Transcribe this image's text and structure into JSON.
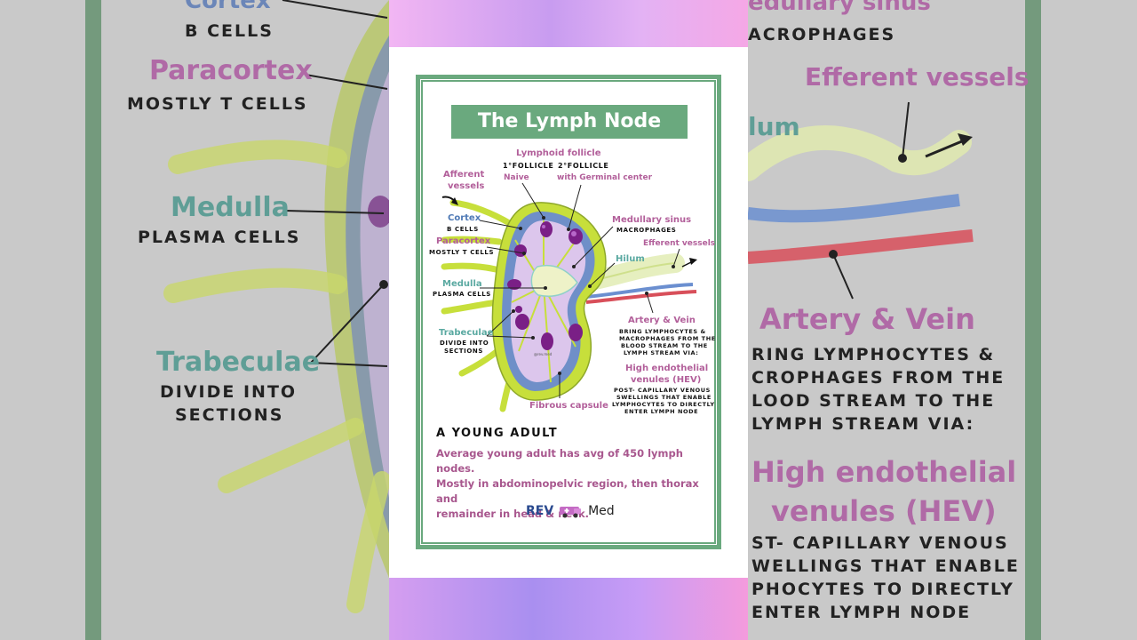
{
  "left_panel": {
    "cortex": "Cortex",
    "b_cells": "B CELLS",
    "paracortex": "Paracortex",
    "t_cells": "MOSTLY T CELLS",
    "medulla": "Medulla",
    "plasma": "PLASMA CELLS",
    "trabeculae": "Trabeculae",
    "divide1": "DIVIDE INTO",
    "divide2": "SECTIONS"
  },
  "right_panel": {
    "medullary": "edullary sinus",
    "macrophages": "ACROPHAGES",
    "efferent": "Efferent vessels",
    "hilum": "lum",
    "artery": "Artery & Vein",
    "bring1": "RING LYMPHOCYTES &",
    "bring2": "CROPHAGES FROM THE",
    "bring3": "LOOD STREAM TO THE",
    "bring4": "LYMPH STREAM VIA:",
    "hev1": "High endothelial",
    "hev2": "venules (HEV)",
    "post1": "ST- CAPILLARY VENOUS",
    "post2": "WELLINGS THAT ENABLE",
    "post3": "PHOCYTES TO DIRECTLY",
    "post4": "ENTER LYMPH NODE"
  },
  "card": {
    "title": "The Lymph Node",
    "lymphoid_follicle": "Lymphoid follicle",
    "primary": "1°FOLLICLE",
    "secondary": "2°FOLLICLE",
    "naive": "Naive",
    "germinal": "with Germinal center",
    "afferent1": "Afferent",
    "afferent2": "vessels",
    "cortex": "Cortex",
    "b_cells": "B CELLS",
    "paracortex": "Paracortex",
    "t_cells": "MOSTLY T CELLS",
    "medulla": "Medulla",
    "plasma": "PLASMA CELLS",
    "trabeculae": "Trabeculae",
    "divide1": "DIVIDE INTO",
    "divide2": "SECTIONS",
    "medullary_sinus": "Medullary sinus",
    "macrophages": "MACROPHAGES",
    "efferent": "Efferent vessels",
    "hilum": "Hilum",
    "artery_vein": "Artery & Vein",
    "bring1": "BRING LYMPHOCYTES &",
    "bring2": "MACROPHAGES FROM THE",
    "bring3": "BLOOD STREAM TO THE",
    "bring4": "LYMPH STREAM VIA:",
    "hev1": "High endothelial",
    "hev2": "venules (HEV)",
    "post1": "POST- CAPILLARY VENOUS",
    "post2": "SWELLINGS THAT ENABLE",
    "post3": "LYMPHOCYTES TO DIRECTLY",
    "post4": "ENTER LYMPH NODE",
    "fibrous": "Fibrous capsule",
    "young_adult": "A YOUNG ADULT",
    "desc1": "Average young adult has avg of 450 lymph nodes.",
    "desc2": "Mostly in abdominopelvic region, then thorax and",
    "desc3": "remainder in head & neck.",
    "brand_rev": "REV",
    "brand_med": "Med",
    "stamp": "@rev.med"
  },
  "colors": {
    "frame_green": "#6aa97e",
    "pink_text": "#b25f9a",
    "blue_text": "#4e79b5",
    "teal_text": "#5aa9a1",
    "capsule_green": "#c7df3b",
    "follicle_purple": "#7a1f86"
  }
}
